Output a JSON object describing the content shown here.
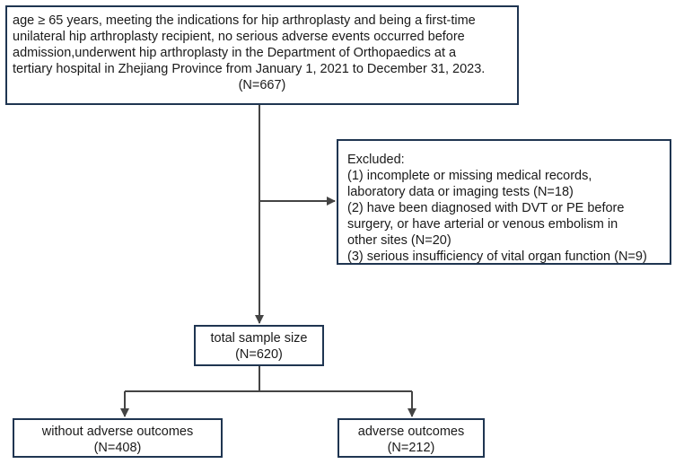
{
  "eligibility": {
    "lines": [
      "age ≥ 65 years, meeting the indications for hip arthroplasty and being a first-time",
      "unilateral hip arthroplasty recipient, no serious adverse events occurred before",
      "admission,underwent hip arthroplasty in the Department of Orthopaedics at a",
      "tertiary hospital in Zhejiang Province from January 1, 2021 to December 31, 2023."
    ],
    "count": "(N=667)"
  },
  "excluded": {
    "heading": "Excluded:",
    "lines": [
      "(1) incomplete or missing medical records,",
      "laboratory data or imaging tests (N=18)",
      "(2) have been diagnosed with DVT or PE before",
      "surgery, or have arterial or venous embolism in",
      "other sites (N=20)",
      "(3) serious insufficiency of vital organ function (N=9)"
    ]
  },
  "total": {
    "label": "total sample size",
    "count": "(N=620)"
  },
  "without_adverse": {
    "label": "without adverse outcomes",
    "count": "(N=408)"
  },
  "adverse": {
    "label": "adverse outcomes",
    "count": "(N=212)"
  },
  "colors": {
    "box_border": "#1f3551",
    "connector": "#444444"
  }
}
